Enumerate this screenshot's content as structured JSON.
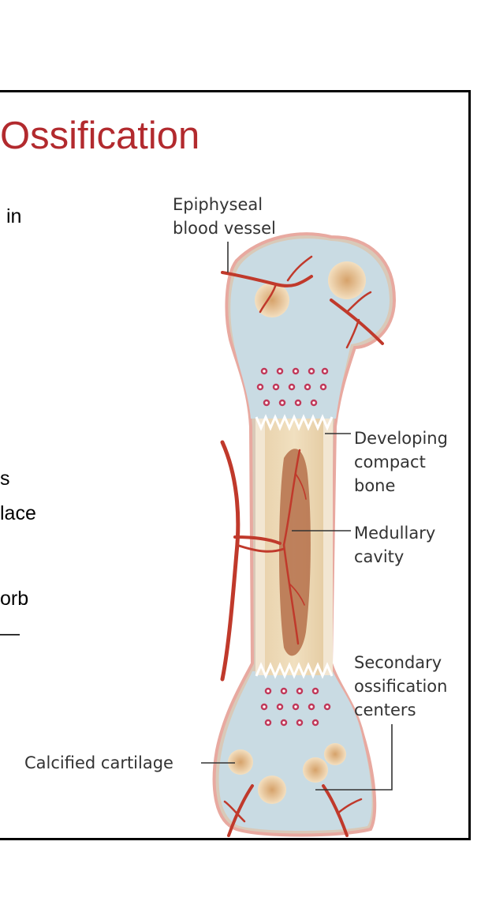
{
  "slide": {
    "title": "Ossification",
    "body_fragments": [
      "in",
      "s",
      "lace",
      "orb",
      "—"
    ]
  },
  "figure": {
    "labels": {
      "epiphyseal_vessel": [
        "Epiphyseal",
        "blood vessel"
      ],
      "developing_compact": [
        "Developing",
        "compact",
        "bone"
      ],
      "medullary_cavity": [
        "Medullary",
        "cavity"
      ],
      "secondary_centers": [
        "Secondary",
        "ossification",
        "centers"
      ],
      "calcified_cartilage": "Calcified cartilage"
    }
  },
  "colors": {
    "title": "#b22a2e",
    "vessel": "#c0392b",
    "cartilage": "#c9dbe3",
    "spongy_bone": "#e8d3b0",
    "marrow": "#b5704a"
  }
}
